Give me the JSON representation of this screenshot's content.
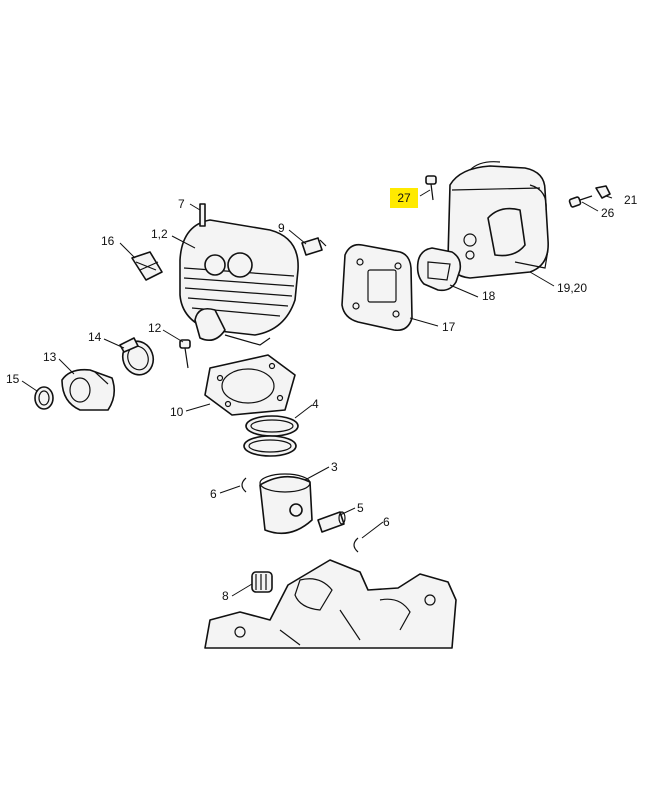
{
  "diagram": {
    "highlight_color": "#ffea00",
    "callouts": [
      "27",
      "21",
      "26",
      "7",
      "9",
      "16",
      "1,2",
      "18",
      "19,20",
      "17",
      "14",
      "12",
      "13",
      "15",
      "10",
      "4",
      "3",
      "6",
      "5",
      "6",
      "8"
    ]
  }
}
